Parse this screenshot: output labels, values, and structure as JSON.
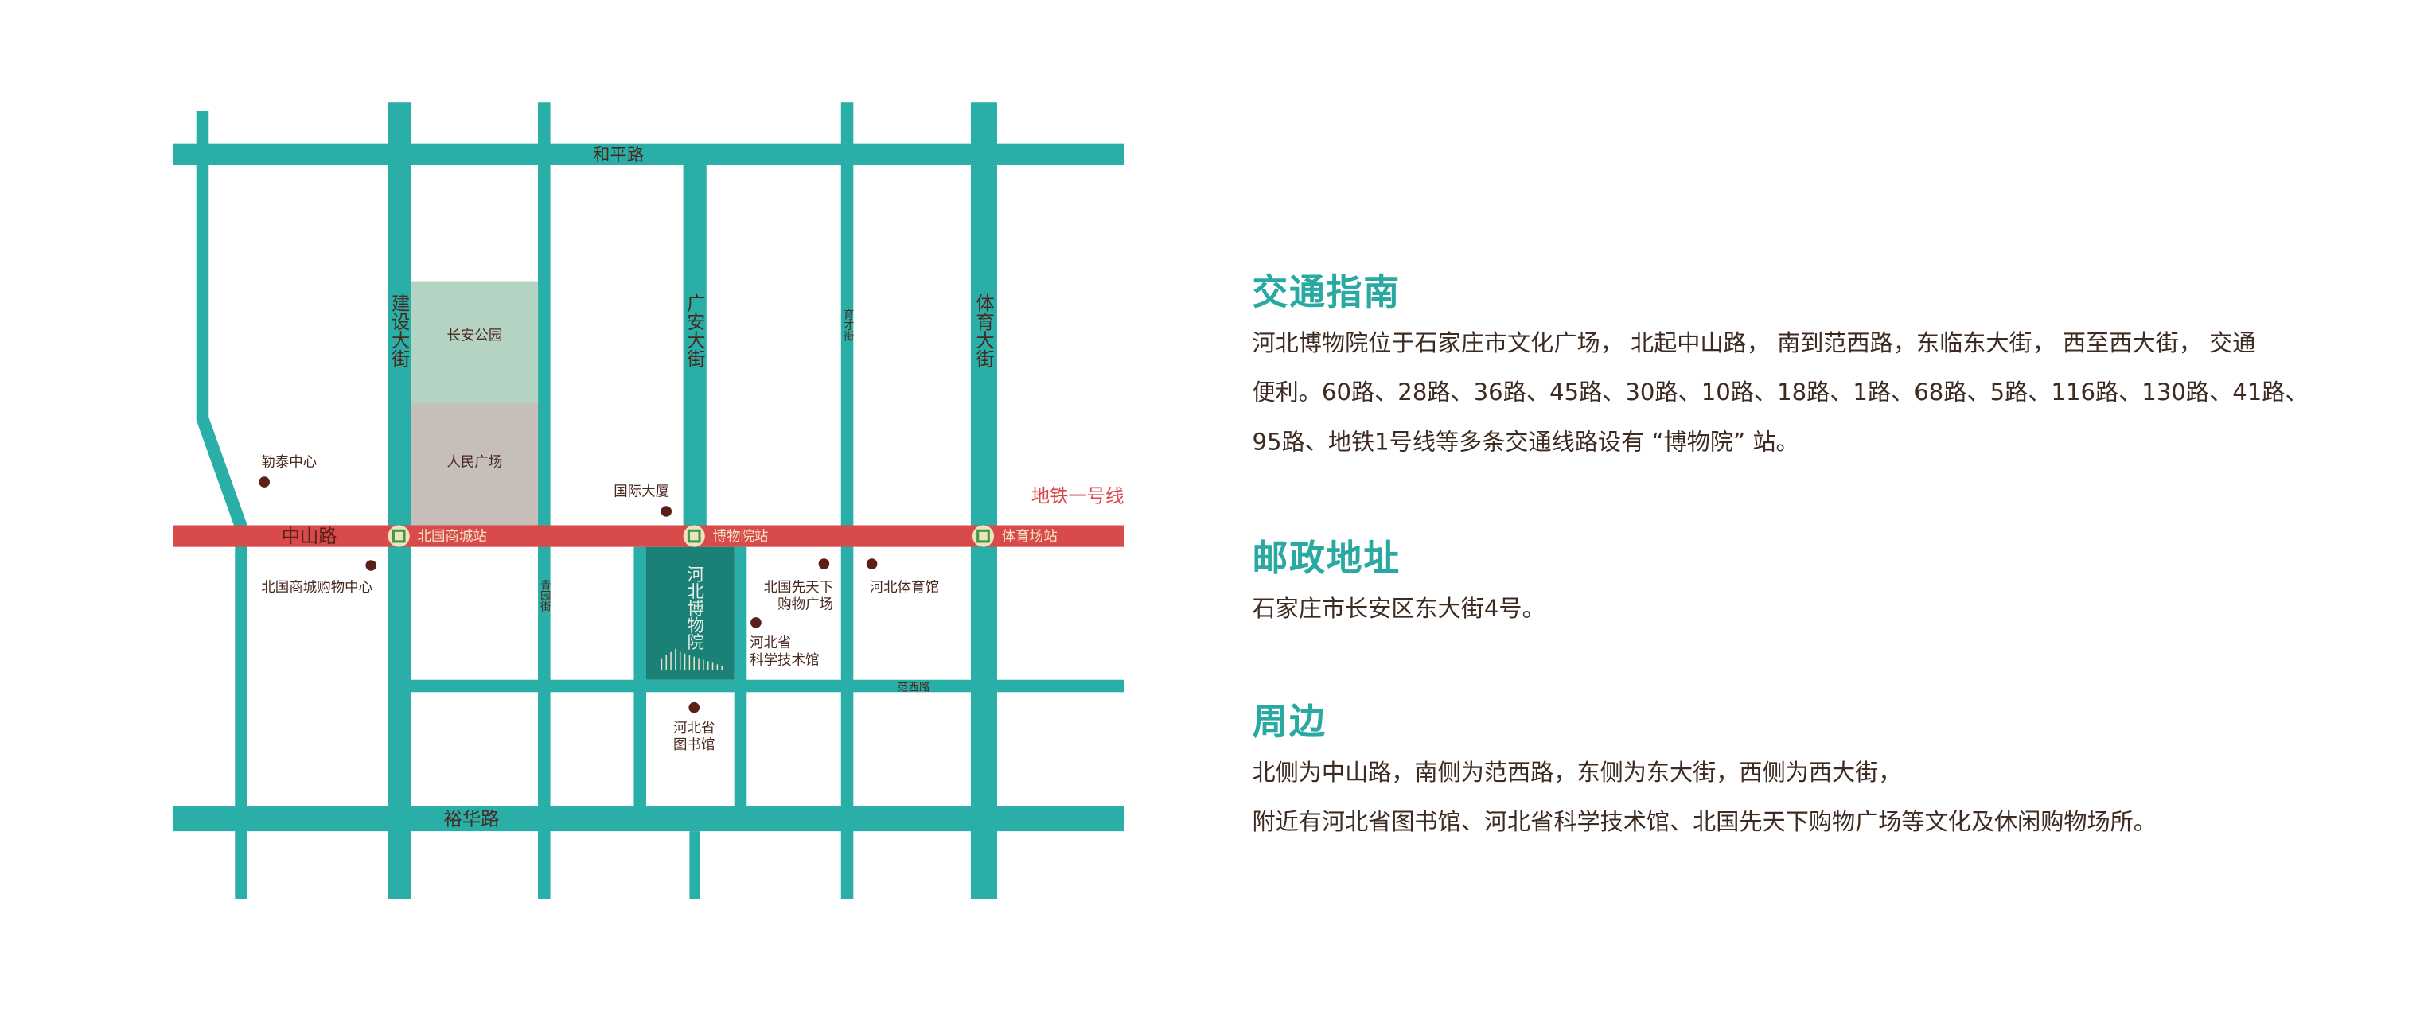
{
  "map": {
    "roads": {
      "heping": "和平路",
      "zhongshan": "中山路",
      "yuhua": "裕华路",
      "fanxi": "范西路",
      "jianshe": "建设大街",
      "guangan": "广安大街",
      "yucai": "育才街",
      "tiyu": "体育大街",
      "qingyuan": "青园街"
    },
    "areas": {
      "park": "长安公园",
      "plaza": "人民广场",
      "museum": "河北博物院"
    },
    "metro_line": "地铁一号线",
    "stations": [
      "北国商城站",
      "博物院站",
      "体育场站"
    ],
    "pois": {
      "letai": "勒泰中心",
      "guoji": "国际大厦",
      "beiguo_mall": "北国商城购物中心",
      "xiantianxia": [
        "北国先天下",
        "购物广场"
      ],
      "stadium": "河北体育馆",
      "science": [
        "河北省",
        "科学技术馆"
      ],
      "library": [
        "河北省",
        "图书馆"
      ]
    },
    "colors": {
      "road": "#2aaea8",
      "metro": "#d94b4b",
      "park": "#b4d3c3",
      "plaza": "#c6beb8",
      "museum": "#1b8075",
      "dot": "#5b1f1a"
    }
  },
  "sections": {
    "traffic": {
      "title": "交通指南",
      "lines": [
        "河北博物院位于石家庄市文化广场， 北起中山路， 南到范西路，东临东大街， 西至西大街， 交通",
        "便利。60路、28路、36路、45路、30路、10路、18路、1路、68路、5路、116路、130路、41路、",
        "95路、地铁1号线等多条交通线路设有 “博物院” 站。"
      ]
    },
    "postal": {
      "title": "邮政地址",
      "text": "石家庄市长安区东大街4号。"
    },
    "surroundings": {
      "title": "周边",
      "lines": [
        "北侧为中山路，南侧为范西路，东侧为东大街，西侧为西大街，",
        "附近有河北省图书馆、河北省科学技术馆、北国先天下购物广场等文化及休闲购物场所。"
      ]
    }
  }
}
